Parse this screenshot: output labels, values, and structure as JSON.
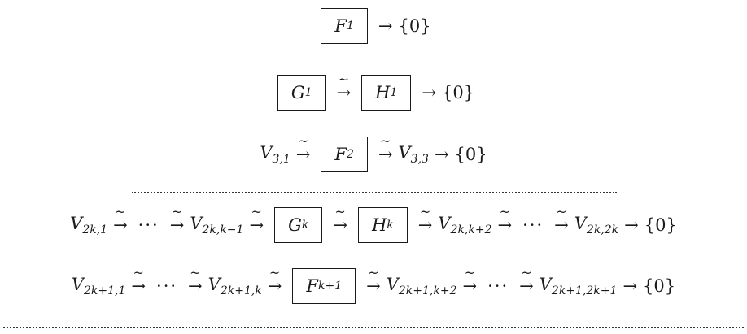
{
  "rows": {
    "r1": {
      "box": "F",
      "box_sub": "1",
      "zero": "{0}"
    },
    "r2": {
      "box1": "G",
      "box1_sub": "1",
      "box2": "H",
      "box2_sub": "1",
      "zero": "{0}"
    },
    "r3": {
      "left": "V",
      "left_sub": "3,1",
      "box": "F",
      "box_sub": "2",
      "right": "V",
      "right_sub": "3,3",
      "zero": "{0}"
    },
    "r4": {
      "v1": "V",
      "v1_sub": "2k,1",
      "v2": "V",
      "v2_sub": "2k,k−1",
      "box1": "G",
      "box1_sub": "k",
      "box2": "H",
      "box2_sub": "k",
      "v3": "V",
      "v3_sub": "2k,k+2",
      "v4": "V",
      "v4_sub": "2k,2k",
      "zero": "{0}"
    },
    "r5": {
      "v1": "V",
      "v1_sub": "2k+1,1",
      "v2": "V",
      "v2_sub": "2k+1,k",
      "box": "F",
      "box_sub": "k+1",
      "v3": "V",
      "v3_sub": "2k+1,k+2",
      "v4": "V",
      "v4_sub": "2k+1,2k+1",
      "zero": "{0}"
    }
  },
  "symbols": {
    "arrow": "→",
    "tilde": "~",
    "ellipsis": "···"
  }
}
